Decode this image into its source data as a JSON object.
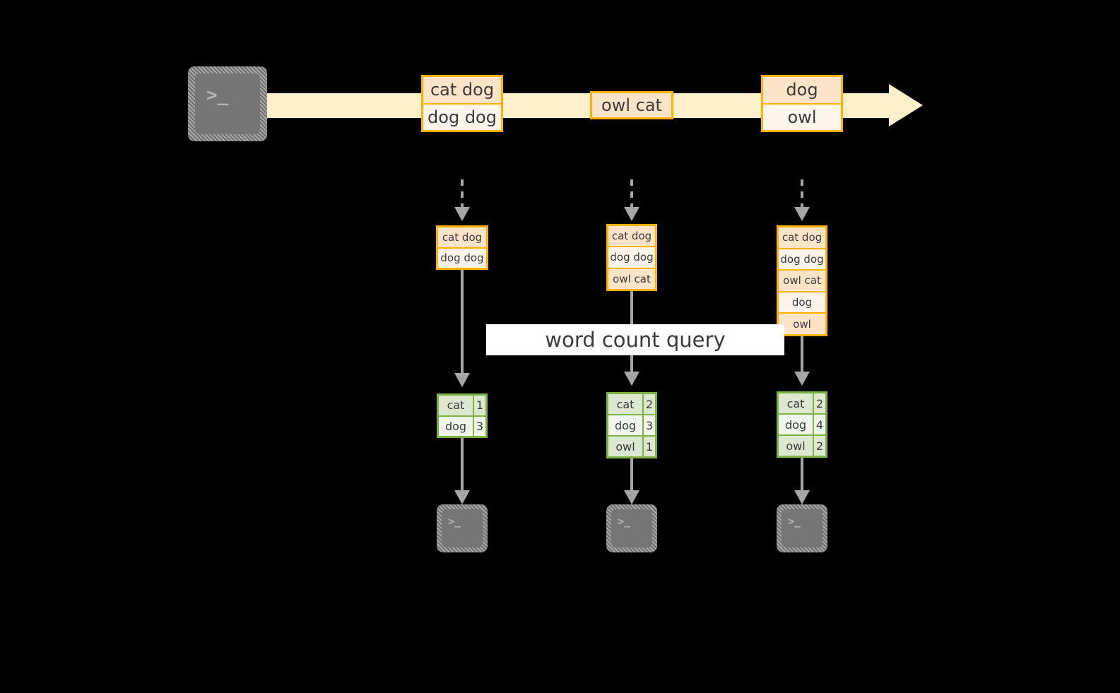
{
  "diagram": {
    "title": "word count query",
    "colors": {
      "background": "#000000",
      "stream_fill": "#FFF0CC",
      "event_border": "#FFB300",
      "event_fill_dark": "#FDE3C8",
      "event_fill_light": "#FEF4EA",
      "table_border": "#7CB342",
      "table_fill_dark": "#DDE8D1",
      "table_fill_light": "#F1F6EC",
      "arrow_gray": "#A6A6A6",
      "terminal_gray": "#757575",
      "label_background": "#FFFFFF",
      "text": "#3b3b3b"
    },
    "source": {
      "icon": "terminal-icon",
      "glyph": ">_"
    },
    "stream": {
      "icon": "right-arrow",
      "events": [
        {
          "name": "event-cat-dog-dog-dog",
          "lines": [
            "cat dog",
            "dog dog"
          ]
        },
        {
          "name": "event-owl-cat",
          "lines": [
            "owl cat"
          ]
        },
        {
          "name": "event-dog-owl",
          "lines": [
            "dog",
            "owl"
          ]
        }
      ]
    },
    "columns": [
      {
        "name": "snapshot-1",
        "buffer": [
          "cat dog",
          "dog dog"
        ],
        "result": {
          "rows": [
            {
              "word": "cat",
              "count": "1"
            },
            {
              "word": "dog",
              "count": "3"
            }
          ]
        },
        "sink": {
          "icon": "terminal-icon",
          "glyph": ">_"
        }
      },
      {
        "name": "snapshot-2",
        "buffer": [
          "cat dog",
          "dog dog",
          "owl cat"
        ],
        "result": {
          "rows": [
            {
              "word": "cat",
              "count": "2"
            },
            {
              "word": "dog",
              "count": "3"
            },
            {
              "word": "owl",
              "count": "1"
            }
          ]
        },
        "sink": {
          "icon": "terminal-icon",
          "glyph": ">_"
        }
      },
      {
        "name": "snapshot-3",
        "buffer": [
          "cat dog",
          "dog dog",
          "owl cat",
          "dog",
          "owl"
        ],
        "result": {
          "rows": [
            {
              "word": "cat",
              "count": "2"
            },
            {
              "word": "dog",
              "count": "4"
            },
            {
              "word": "owl",
              "count": "2"
            }
          ]
        },
        "sink": {
          "icon": "terminal-icon",
          "glyph": ">_"
        }
      }
    ]
  }
}
